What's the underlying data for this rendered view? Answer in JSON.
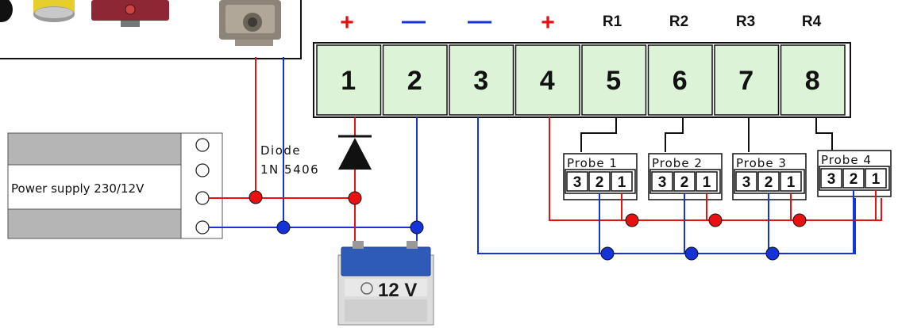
{
  "colors": {
    "positive": "#e81010",
    "negative": "#1533d6",
    "terminal_fill": "#dcf3d8",
    "psu_grey": "#b5b5b5",
    "battery_blue": "#2e5bb7"
  },
  "polarity_signs": [
    "+",
    "—",
    "—",
    "+"
  ],
  "relay_labels": [
    "R1",
    "R2",
    "R3",
    "R4"
  ],
  "terminals": [
    "1",
    "2",
    "3",
    "4",
    "5",
    "6",
    "7",
    "8"
  ],
  "diode": {
    "line1": "Diode",
    "line2": "1N 5406"
  },
  "power_supply": {
    "label": "Power supply 230/12V"
  },
  "battery": {
    "label": "12 V"
  },
  "probes": [
    {
      "label": "Probe 1",
      "pins": [
        "3",
        "2",
        "1"
      ]
    },
    {
      "label": "Probe 2",
      "pins": [
        "3",
        "2",
        "1"
      ]
    },
    {
      "label": "Probe 3",
      "pins": [
        "3",
        "2",
        "1"
      ]
    },
    {
      "label": "Probe 4",
      "pins": [
        "3",
        "2",
        "1"
      ]
    }
  ]
}
